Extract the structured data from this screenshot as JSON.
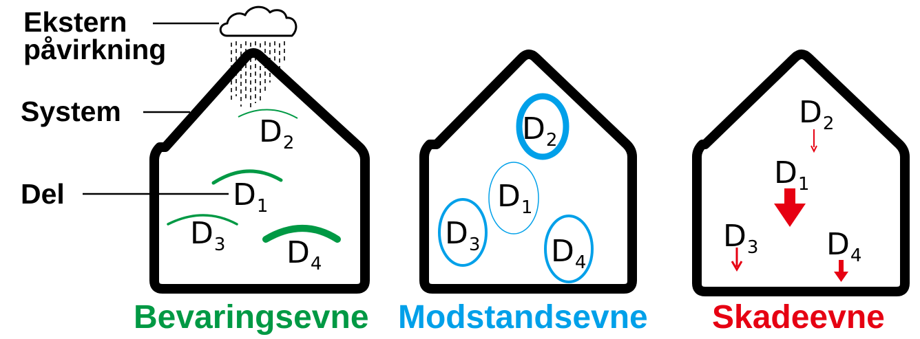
{
  "labels": {
    "external_line1": "Ekstern",
    "external_line2": "påvirkning",
    "system": "System",
    "part": "Del"
  },
  "part_letter": "D",
  "panels": [
    {
      "caption": "Bevaringsevne",
      "color": "#009944",
      "parts": [
        {
          "letter": "D",
          "index": "2"
        },
        {
          "letter": "D",
          "index": "1"
        },
        {
          "letter": "D",
          "index": "3"
        },
        {
          "letter": "D",
          "index": "4"
        }
      ]
    },
    {
      "caption": "Modstandsevne",
      "color": "#00a0e9",
      "parts": [
        {
          "letter": "D",
          "index": "2"
        },
        {
          "letter": "D",
          "index": "1"
        },
        {
          "letter": "D",
          "index": "3"
        },
        {
          "letter": "D",
          "index": "4"
        }
      ]
    },
    {
      "caption": "Skadeevne",
      "color": "#e60012",
      "parts": [
        {
          "letter": "D",
          "index": "2"
        },
        {
          "letter": "D",
          "index": "1"
        },
        {
          "letter": "D",
          "index": "3"
        },
        {
          "letter": "D",
          "index": "4"
        }
      ]
    }
  ],
  "icons": [
    "rain-cloud-icon",
    "down-arrow-icon"
  ]
}
